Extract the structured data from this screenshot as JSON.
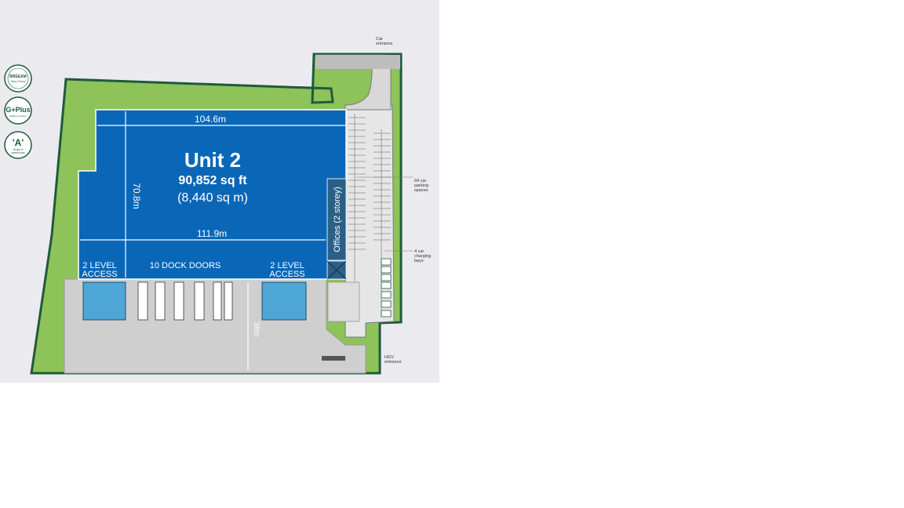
{
  "unit": {
    "title": "Unit 2",
    "area_sqft": "90,852 sq ft",
    "area_sqm": "(8,440 sq m)"
  },
  "dimensions": {
    "top_width": "104.6m",
    "bottom_width": "111.9m",
    "height": "70.8m",
    "yard_depth": "38m"
  },
  "labels": {
    "level_access_left_1": "2 LEVEL",
    "level_access_left_2": "ACCESS",
    "dock_doors": "10 DOCK DOORS",
    "level_access_right_1": "2 LEVEL",
    "level_access_right_2": "ACCESS",
    "offices": "Offices (2 storey)"
  },
  "annotations": {
    "car_entrance_1": "Car",
    "car_entrance_2": "entrance",
    "parking_1": "64 car",
    "parking_2": "parking",
    "parking_3": "spaces",
    "charging_1": "4 car",
    "charging_2": "charging",
    "charging_3": "bays",
    "hgv_1": "HGV",
    "hgv_2": "entrance"
  },
  "badges": {
    "breeam_1": "BREEAM",
    "breeam_2": "Very Good",
    "gplus": "G+Plus",
    "gplus_sub": "Building Innovation",
    "grade_a": "'A'",
    "grade_a_sub_1": "Grade A",
    "grade_a_sub_2": "warehouse"
  },
  "colors": {
    "building": "#0a67b8",
    "landscape": "#8dc358",
    "border": "#1f5a3c",
    "yard": "#cfcfcf",
    "offices": "#2a5f86",
    "dock_blue": "#4da6d6"
  }
}
